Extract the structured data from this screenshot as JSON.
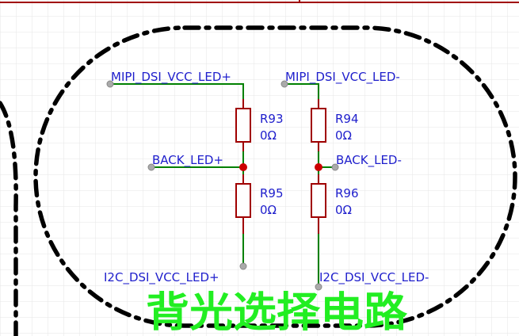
{
  "schematic": {
    "title": "背光选择电路",
    "net_labels": {
      "mipi_vcc_pos": "MIPI_DSI_VCC_LED+",
      "mipi_vcc_neg": "MIPI_DSI_VCC_LED-",
      "back_led_pos": "BACK_LED+",
      "back_led_neg": "BACK_LED-",
      "i2c_vcc_pos": "I2C_DSI_VCC_LED+",
      "i2c_vcc_neg": "I2C_DSI_VCC_LED-"
    },
    "resistors": {
      "r93": {
        "ref": "R93",
        "value": "0Ω"
      },
      "r94": {
        "ref": "R94",
        "value": "0Ω"
      },
      "r95": {
        "ref": "R95",
        "value": "0Ω"
      },
      "r96": {
        "ref": "R96",
        "value": "0Ω"
      }
    },
    "colors": {
      "wire": "#008000",
      "resistor": "#a00000",
      "junction": "#cc0000",
      "pin_end": "#999999",
      "label": "#1e1ecc",
      "title": "#22ee22",
      "grid": "#e8e8e8",
      "border": "#a00000",
      "outline": "#000000"
    }
  }
}
